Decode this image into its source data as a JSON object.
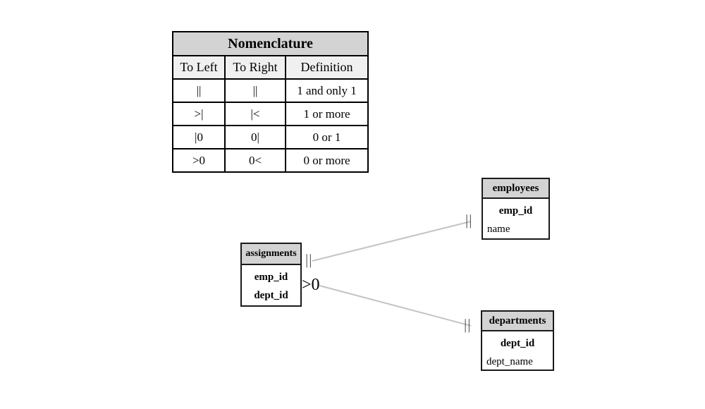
{
  "nomenclature": {
    "title": "Nomenclature",
    "columns": [
      "To Left",
      "To Right",
      "Definition"
    ],
    "rows": [
      {
        "to_left": "||",
        "to_right": "||",
        "definition": "1 and only 1"
      },
      {
        "to_left": ">|",
        "to_right": "|<",
        "definition": "1 or more"
      },
      {
        "to_left": "|0",
        "to_right": "0|",
        "definition": "0 or 1"
      },
      {
        "to_left": ">0",
        "to_right": "0<",
        "definition": "0 or more"
      }
    ]
  },
  "entities": [
    {
      "name": "employees",
      "fields": [
        {
          "label": "emp_id",
          "key": true
        },
        {
          "label": "name",
          "key": false
        }
      ]
    },
    {
      "name": "assignments",
      "fields": [
        {
          "label": "emp_id",
          "key": true
        },
        {
          "label": "dept_id",
          "key": true
        }
      ]
    },
    {
      "name": "departments",
      "fields": [
        {
          "label": "dept_id",
          "key": true
        },
        {
          "label": "dept_name",
          "key": false
        }
      ]
    }
  ],
  "relationships": [
    {
      "from": "assignments",
      "to": "employees",
      "from_symbol": "||",
      "to_symbol": "||"
    },
    {
      "from": "assignments",
      "to": "departments",
      "from_symbol": ">0",
      "to_symbol": "||"
    }
  ],
  "colors": {
    "header_fill": "#d3d3d3",
    "column_header_fill": "#f0f0f0",
    "border": "#000000",
    "line": "#c4c4c4",
    "background": "#ffffff"
  }
}
